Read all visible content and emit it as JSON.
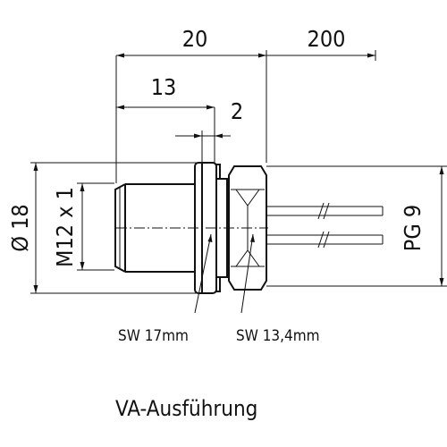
{
  "dimensions": {
    "length_total": "20",
    "cable_length": "200",
    "length_13": "13",
    "length_2": "2",
    "diameter": "Ø 18",
    "thread": "M12 x 1",
    "gland_thread": "PG 9"
  },
  "labels": {
    "wrench_size_1": "SW 17mm",
    "wrench_size_2": "SW 13,4mm"
  },
  "caption": "VA-Ausführung"
}
